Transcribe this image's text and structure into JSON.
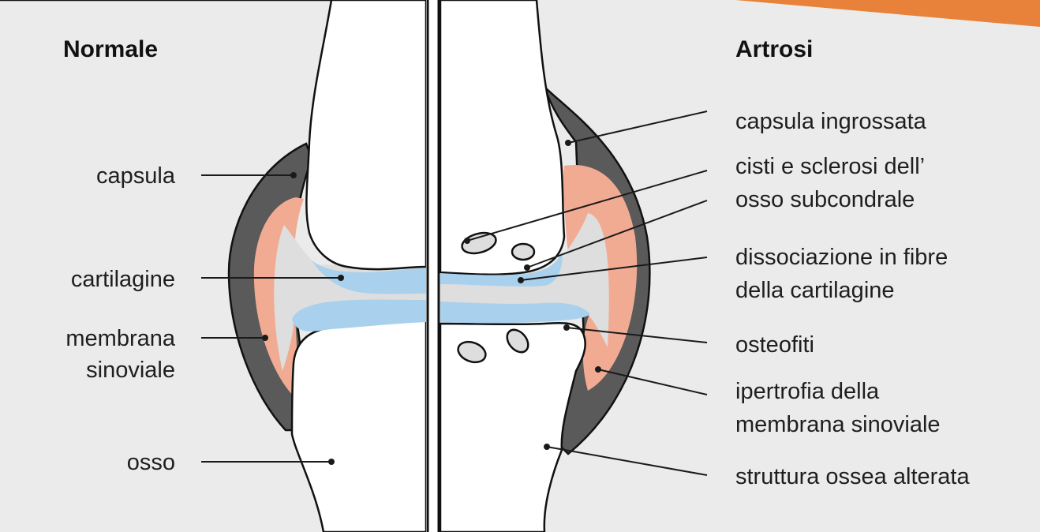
{
  "titles": {
    "left": "Normale",
    "right": "Artrosi"
  },
  "labels_left": {
    "capsula": "capsula",
    "cartilagine": "cartilagine",
    "membrana_line1": "membrana",
    "membrana_line2": "sinoviale",
    "osso": "osso"
  },
  "labels_right": {
    "capsula_ingrossata": "capsula ingrossata",
    "cisti_line1": "cisti e sclerosi dell’",
    "cisti_line2": "osso subcondrale",
    "dissociazione_line1": "dissociazione in fibre",
    "dissociazione_line2": "della cartilagine",
    "osteofiti": "osteofiti",
    "ipertrofia_line1": "ipertrofia della",
    "ipertrofia_line2": "membrana sinoviale",
    "struttura": "struttura ossea alterata"
  },
  "colors": {
    "background": "#ebebeb",
    "bone": "#ffffff",
    "capsule": "#5a5a5a",
    "synovial_membrane": "#f2ab93",
    "cartilage": "#a9d1ee",
    "joint_space": "#dedede",
    "corner_banner": "#e8823a"
  }
}
